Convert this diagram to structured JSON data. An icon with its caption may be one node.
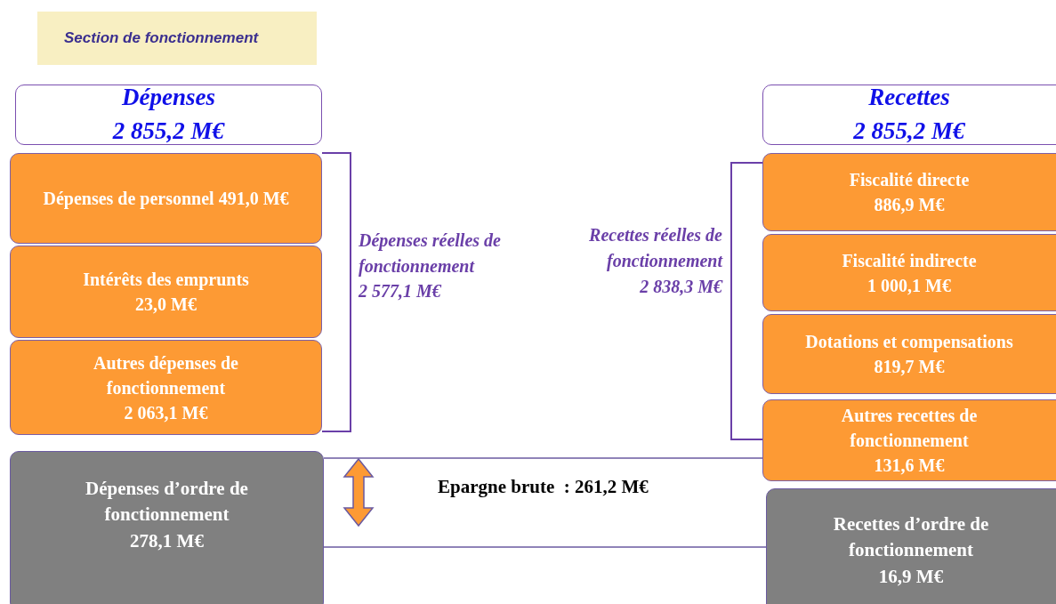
{
  "diagram": {
    "nodes": [
      {
        "text": [
          "Section de fonctionnement"
        ]
      },
      {
        "text": [
          "Dépenses",
          "2 855,2 M€"
        ]
      },
      {
        "text": [
          "Dépenses de personnel 491,0 M€"
        ]
      },
      {
        "text": [
          "Intérêts des emprunts",
          "23,0 M€"
        ]
      },
      {
        "text": [
          "Autres dépenses de fonctionnement",
          "2 063,1 M€"
        ]
      },
      {
        "text": [
          "Dépenses d’ordre de fonctionnement",
          "278,1 M€"
        ]
      },
      {
        "text": [
          "Recettes",
          "2 855,2 M€"
        ]
      },
      {
        "text": [
          "Fiscalité directe",
          "886,9 M€"
        ]
      },
      {
        "text": [
          "Fiscalité indirecte",
          "1 000,1 M€"
        ]
      },
      {
        "text": [
          "Dotations et compensations",
          "819,7 M€"
        ]
      },
      {
        "text": [
          "Autres recettes de fonctionnement",
          "131,6 M€"
        ]
      },
      {
        "text": [
          "Recettes d’ordre de fonctionnement",
          "16,9 M€"
        ]
      }
    ],
    "labels": [
      "Dépenses réelles de fonctionnement",
      "2 577,1 M€",
      "Recettes réelles de fonctionnement",
      "2 838,3 M€",
      "Epargne brute  : 261,2 M€"
    ]
  }
}
